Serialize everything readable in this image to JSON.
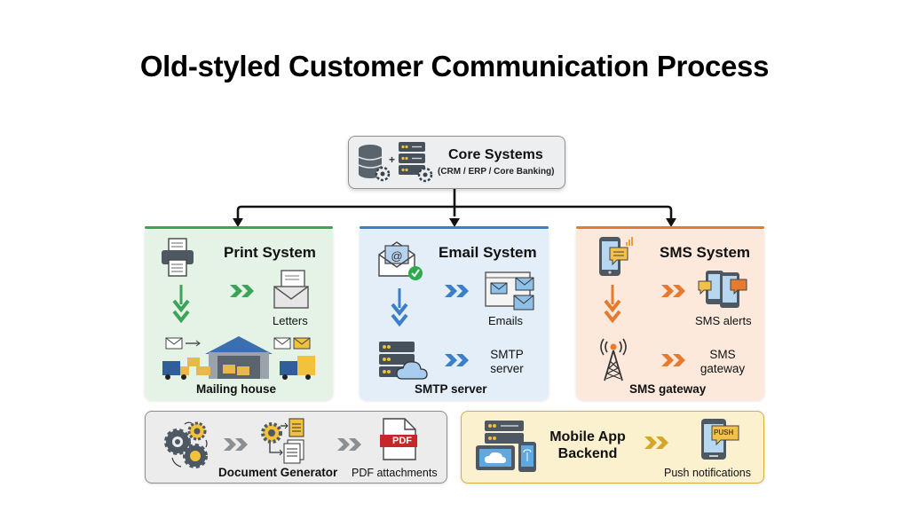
{
  "title": "Old-styled Customer Communication Process",
  "core": {
    "title": "Core Systems",
    "subtitle": "(CRM / ERP / Core Banking)",
    "icons": [
      "database-gear-icon",
      "server-gear-icon"
    ]
  },
  "panels": {
    "print": {
      "title": "Print System",
      "color": "#3da35a",
      "bg": "#e4f3e6",
      "output_label": "Letters",
      "bottom_label": "Mailing house",
      "icons": [
        "printer-icon",
        "letters-icon",
        "mailing-house-icon"
      ]
    },
    "email": {
      "title": "Email System",
      "color": "#3a7fc8",
      "bg": "#e3eef8",
      "output_label": "Emails",
      "secondary_label": "SMTP server",
      "bottom_label": "SMTP server",
      "icons": [
        "email-check-icon",
        "emails-window-icon",
        "server-cloud-icon"
      ]
    },
    "sms": {
      "title": "SMS System",
      "color": "#e67a2e",
      "bg": "#fce9dc",
      "output_label": "SMS alerts",
      "secondary_label": "SMS gateway",
      "bottom_label": "SMS gateway",
      "icons": [
        "phone-message-icon",
        "phones-chat-icon",
        "antenna-tower-icon"
      ]
    }
  },
  "bottom": {
    "docgen": {
      "label": "Document Generator",
      "output_label": "PDF attachments",
      "pdf_badge": "PDF",
      "color": "#8a8f94",
      "bg": "#ececec"
    },
    "mobile": {
      "title_line1": "Mobile App",
      "title_line2": "Backend",
      "output_label": "Push notifications",
      "push_badge": "PUSH",
      "color": "#d4b040",
      "bg": "#fbf1cf"
    }
  }
}
